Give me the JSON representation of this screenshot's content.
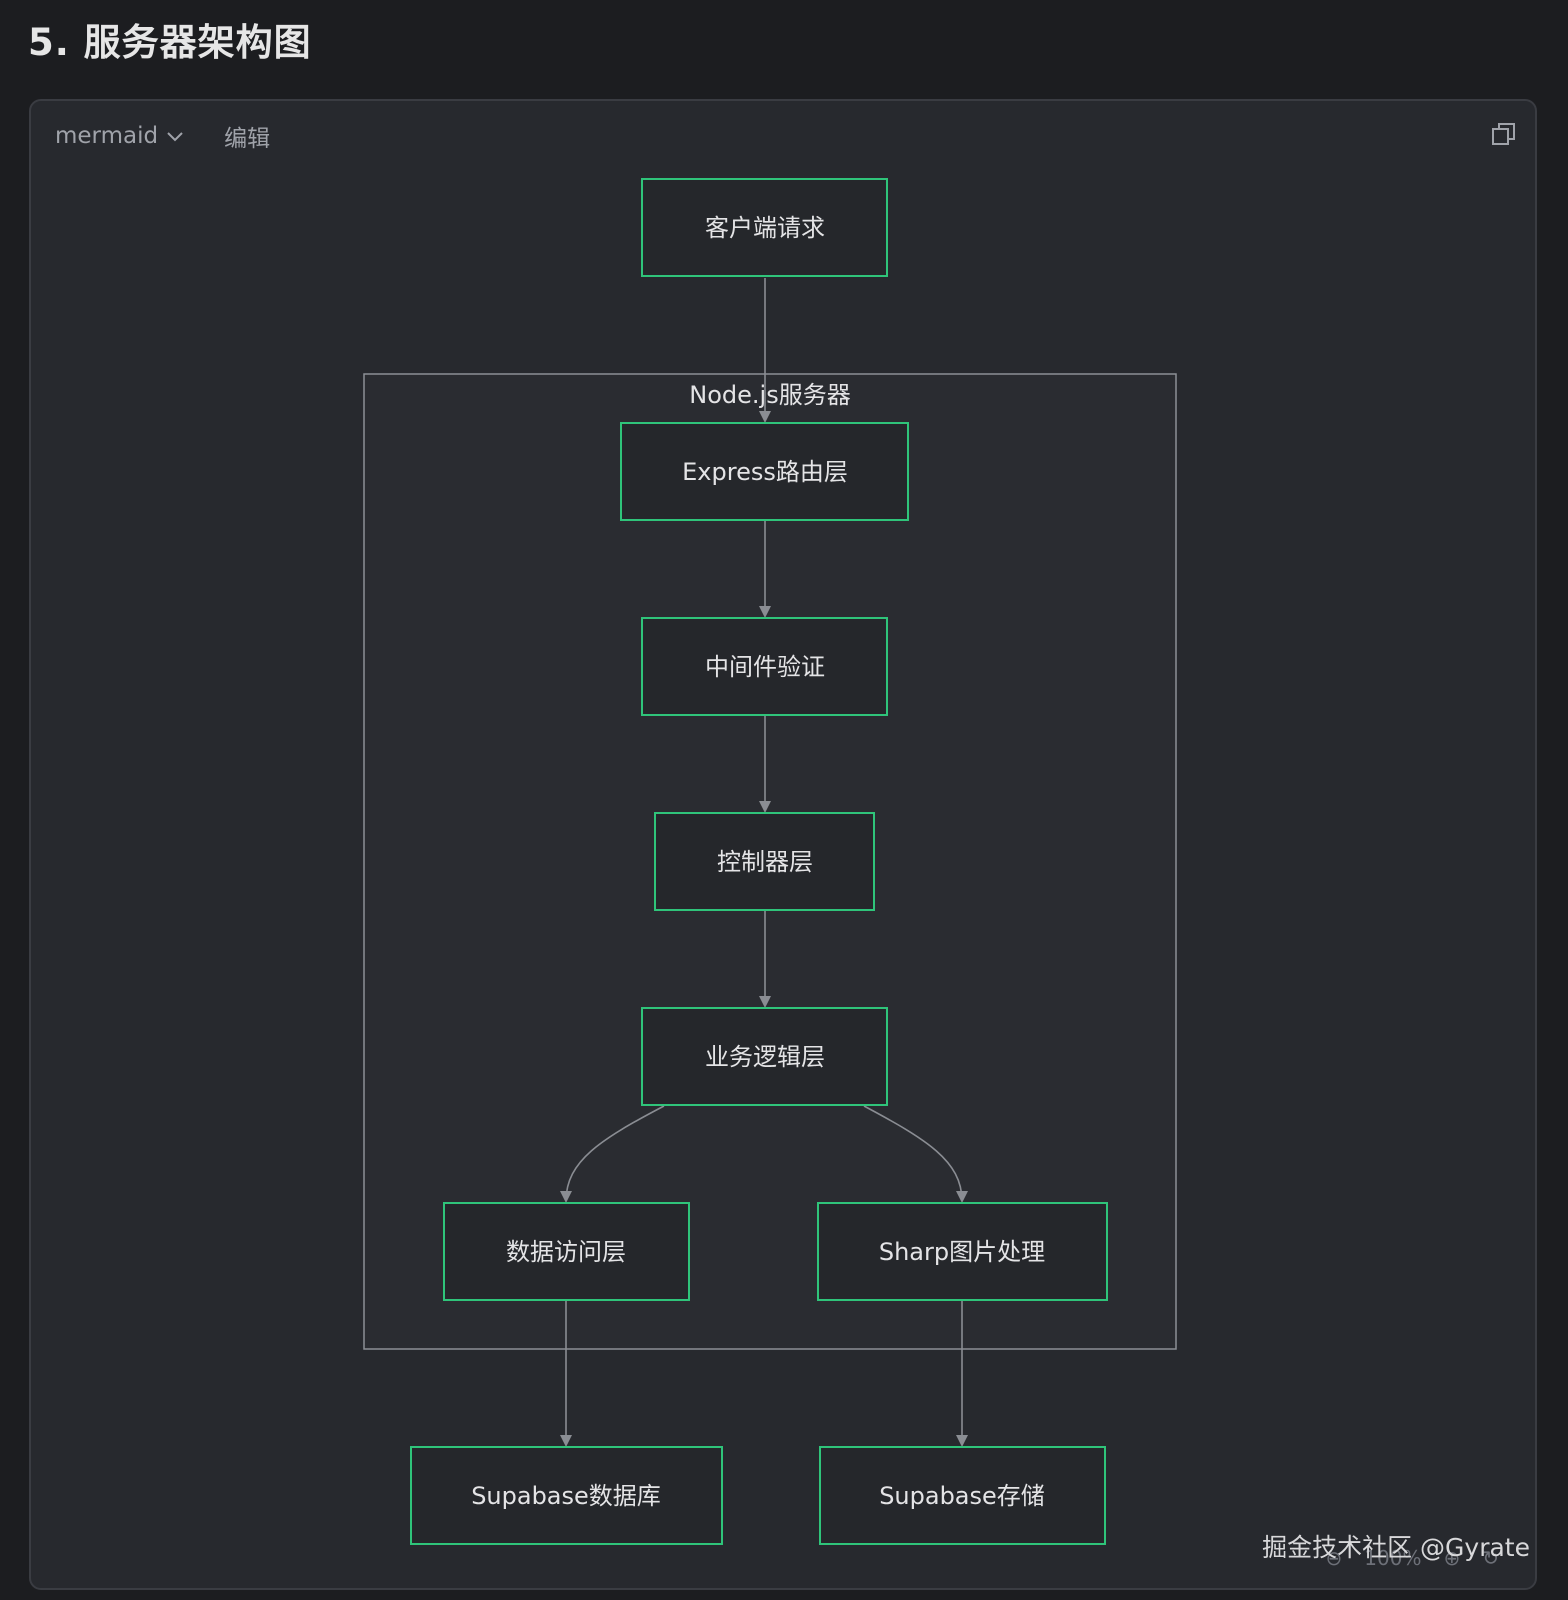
{
  "heading": "5. 服务器架构图",
  "toolbar": {
    "language": "mermaid",
    "edit_label": "编辑"
  },
  "diagram": {
    "subgraph_label": "Node.js服务器",
    "nodes": [
      {
        "id": "client",
        "label": "客户端请求"
      },
      {
        "id": "express",
        "label": "Express路由层"
      },
      {
        "id": "middleware",
        "label": "中间件验证"
      },
      {
        "id": "controller",
        "label": "控制器层"
      },
      {
        "id": "business",
        "label": "业务逻辑层"
      },
      {
        "id": "dal",
        "label": "数据访问层"
      },
      {
        "id": "sharp",
        "label": "Sharp图片处理"
      },
      {
        "id": "supadb",
        "label": "Supabase数据库"
      },
      {
        "id": "supastore",
        "label": "Supabase存储"
      }
    ],
    "edges": [
      [
        "client",
        "express"
      ],
      [
        "express",
        "middleware"
      ],
      [
        "middleware",
        "controller"
      ],
      [
        "controller",
        "business"
      ],
      [
        "business",
        "dal"
      ],
      [
        "business",
        "sharp"
      ],
      [
        "dal",
        "supadb"
      ],
      [
        "sharp",
        "supastore"
      ]
    ],
    "colors": {
      "node_border": "#2fc47a",
      "node_fill": "#25272b",
      "edge": "#8a8d93",
      "subgraph_border": "#8c8f95"
    }
  },
  "zoom": {
    "level": "100%"
  },
  "watermark": "掘金技术社区 @Gyrate"
}
